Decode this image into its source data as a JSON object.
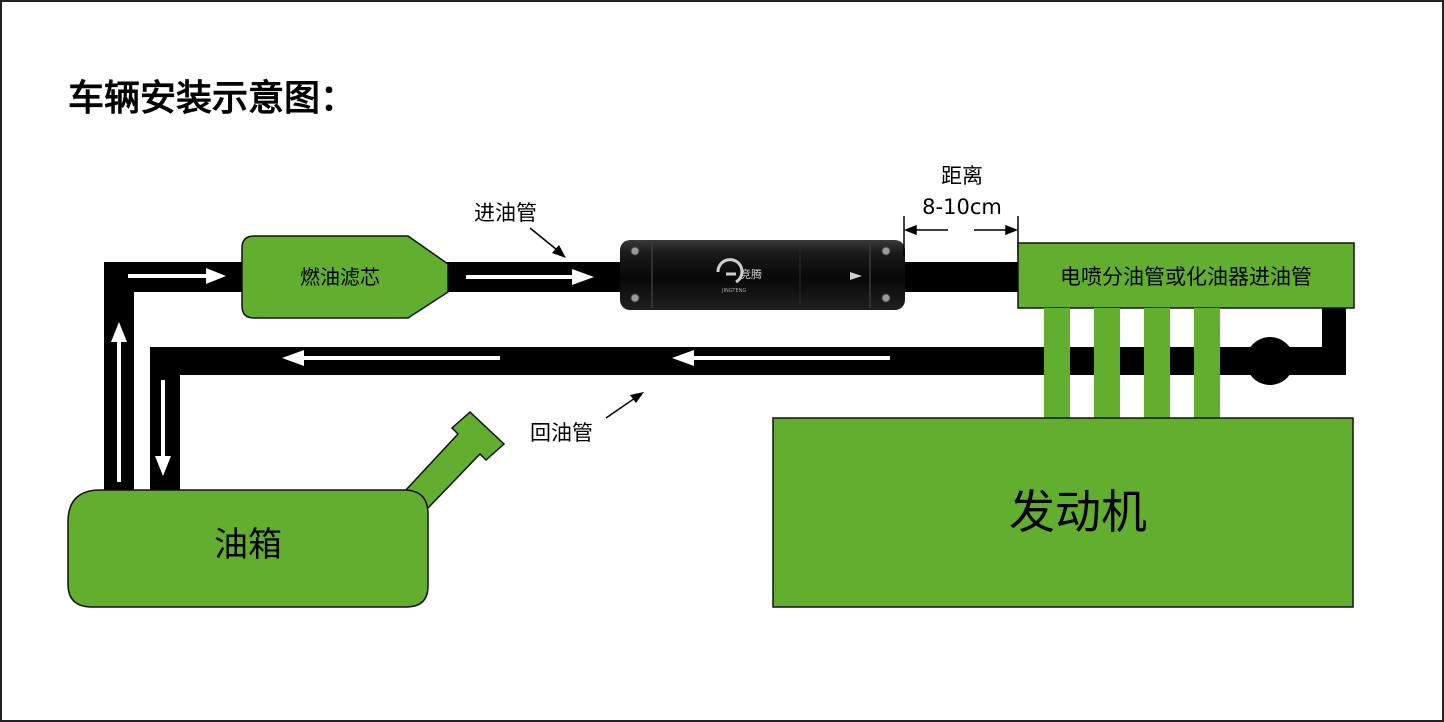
{
  "title": "车辆安装示意图：",
  "labels": {
    "fuel_filter": "燃油滤芯",
    "inlet_pipe": "进油管",
    "distance_title": "距离",
    "distance_value": "8-10cm",
    "injector_rail": "电喷分油管或化油器进油管",
    "return_pipe": "回油管",
    "fuel_tank": "油箱",
    "engine": "发动机"
  },
  "device": {
    "brand_text": "竞腾",
    "brand_subtext": "JINGTENG"
  },
  "colors": {
    "green": "#62ae2e",
    "pipe": "#000000",
    "arrow": "#ffffff",
    "border": "#222222"
  }
}
